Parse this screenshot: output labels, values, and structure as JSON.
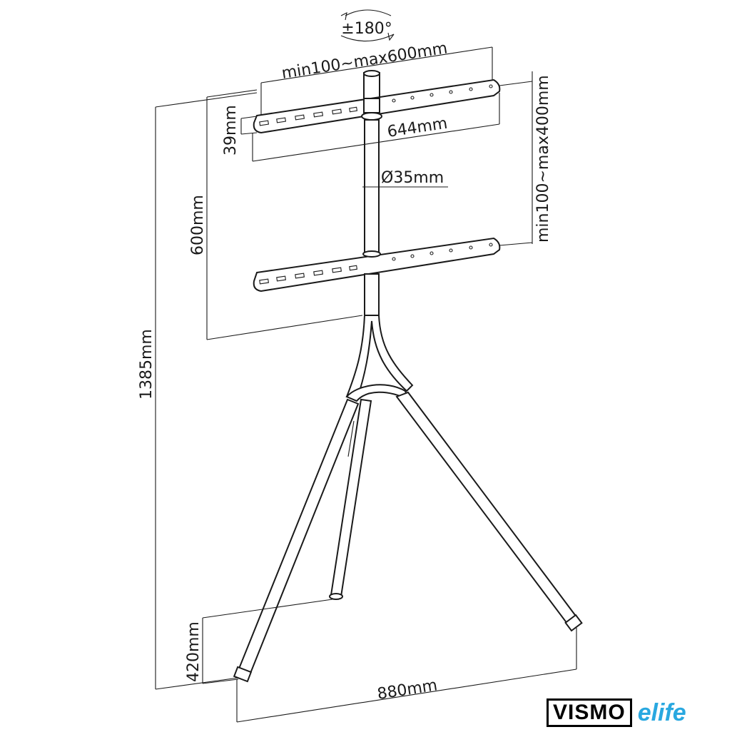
{
  "labels": {
    "rotation": "±180°",
    "vesa_width": "min100~max600mm",
    "bracket_length": "644mm",
    "bracket_height": "39mm",
    "pole_diameter": "Ø35mm",
    "bracket_spacing": "600mm",
    "total_height": "1385mm",
    "foot_rise": "420mm",
    "base_width": "880mm",
    "vesa_height": "min100~max400mm"
  },
  "logo": {
    "brand": "VISMO",
    "sub_brand": "elife",
    "sub_brand_color": "#29a8e0"
  }
}
